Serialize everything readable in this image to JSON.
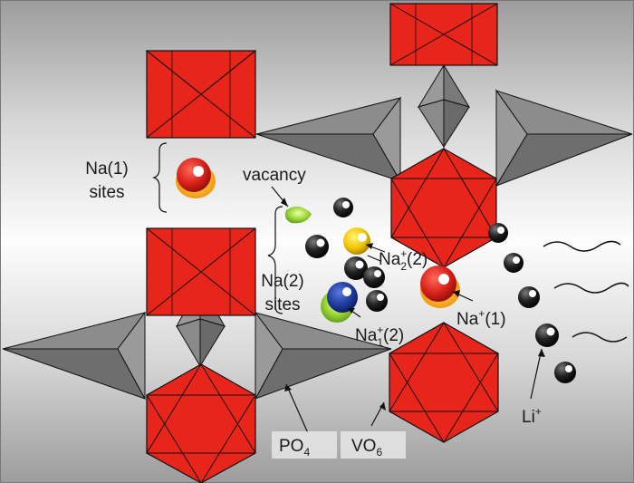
{
  "labels": {
    "na1": "Na(1)",
    "na1_sites": "sites",
    "vacancy": "vacancy",
    "na2": "Na(2)",
    "na2_sites": "sites",
    "na22_base": "Na",
    "na22_sup": "+",
    "na22_sub": "2",
    "na22_tail": "(2)",
    "na12_base": "Na",
    "na12_sup": "+",
    "na12_sub": "1",
    "na12_tail": "(2)",
    "na_1_base": "Na",
    "na_1_sup": "+",
    "na_1_tail": "(1)",
    "li_base": "Li",
    "li_sup": "+",
    "po4_base": "PO",
    "po4_sub": "4",
    "vo6_base": "VO",
    "vo6_sub": "6"
  },
  "colors": {
    "octahedron": "#e8251b",
    "octahedron_edge": "#111111",
    "tetrahedron": "#8a8a8a",
    "tetrahedron_dark": "#6a6a6a",
    "sodium_red": "#d8201a",
    "sodium_yellow": "#f2c500",
    "sodium_blue": "#1e3a9a",
    "vacancy_green": "#7cc21e",
    "lithium_black": "#111111"
  }
}
